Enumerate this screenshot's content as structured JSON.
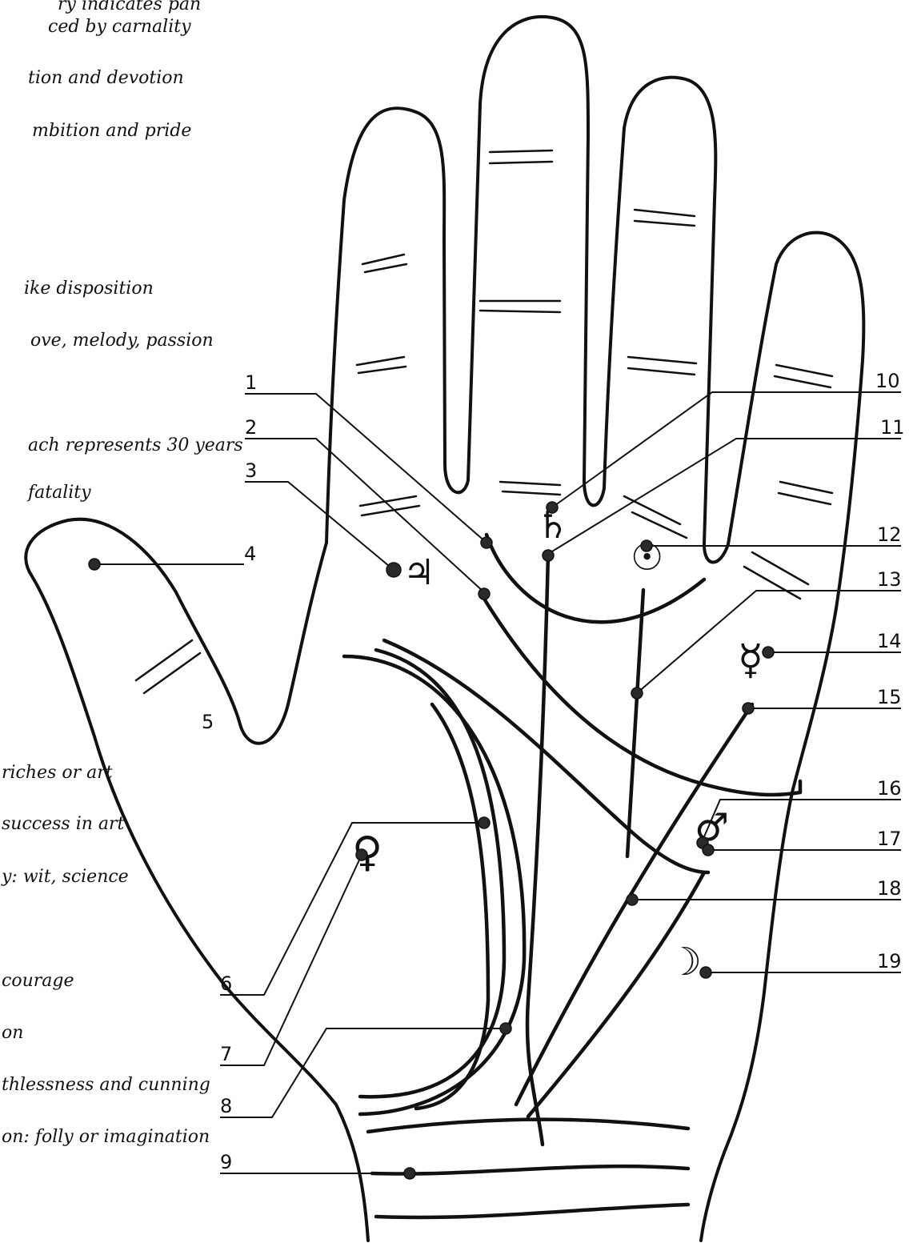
{
  "legend": [
    "ry indicates pan",
    "ced by carnality",
    "tion and devotion",
    "mbition and pride",
    "ike disposition",
    "ove, melody, passion",
    "ach represents 30 years",
    "fatality",
    "riches or art",
    "success in art",
    "y: wit, science",
    "courage",
    "on",
    "thlessness and cunning",
    "on: folly or imagination"
  ],
  "callouts": [
    "1",
    "2",
    "3",
    "4",
    "5",
    "6",
    "7",
    "8",
    "9",
    "10",
    "11",
    "12",
    "13",
    "14",
    "15",
    "16",
    "17",
    "18",
    "19"
  ],
  "symbols": {
    "saturn": "♄",
    "jupiter": "♃",
    "sun": "☉",
    "mercury": "☿",
    "mars": "♂",
    "venus": "♀",
    "moon": "☽"
  },
  "colors": {
    "ink": "#111111",
    "paper": "#ffffff"
  }
}
